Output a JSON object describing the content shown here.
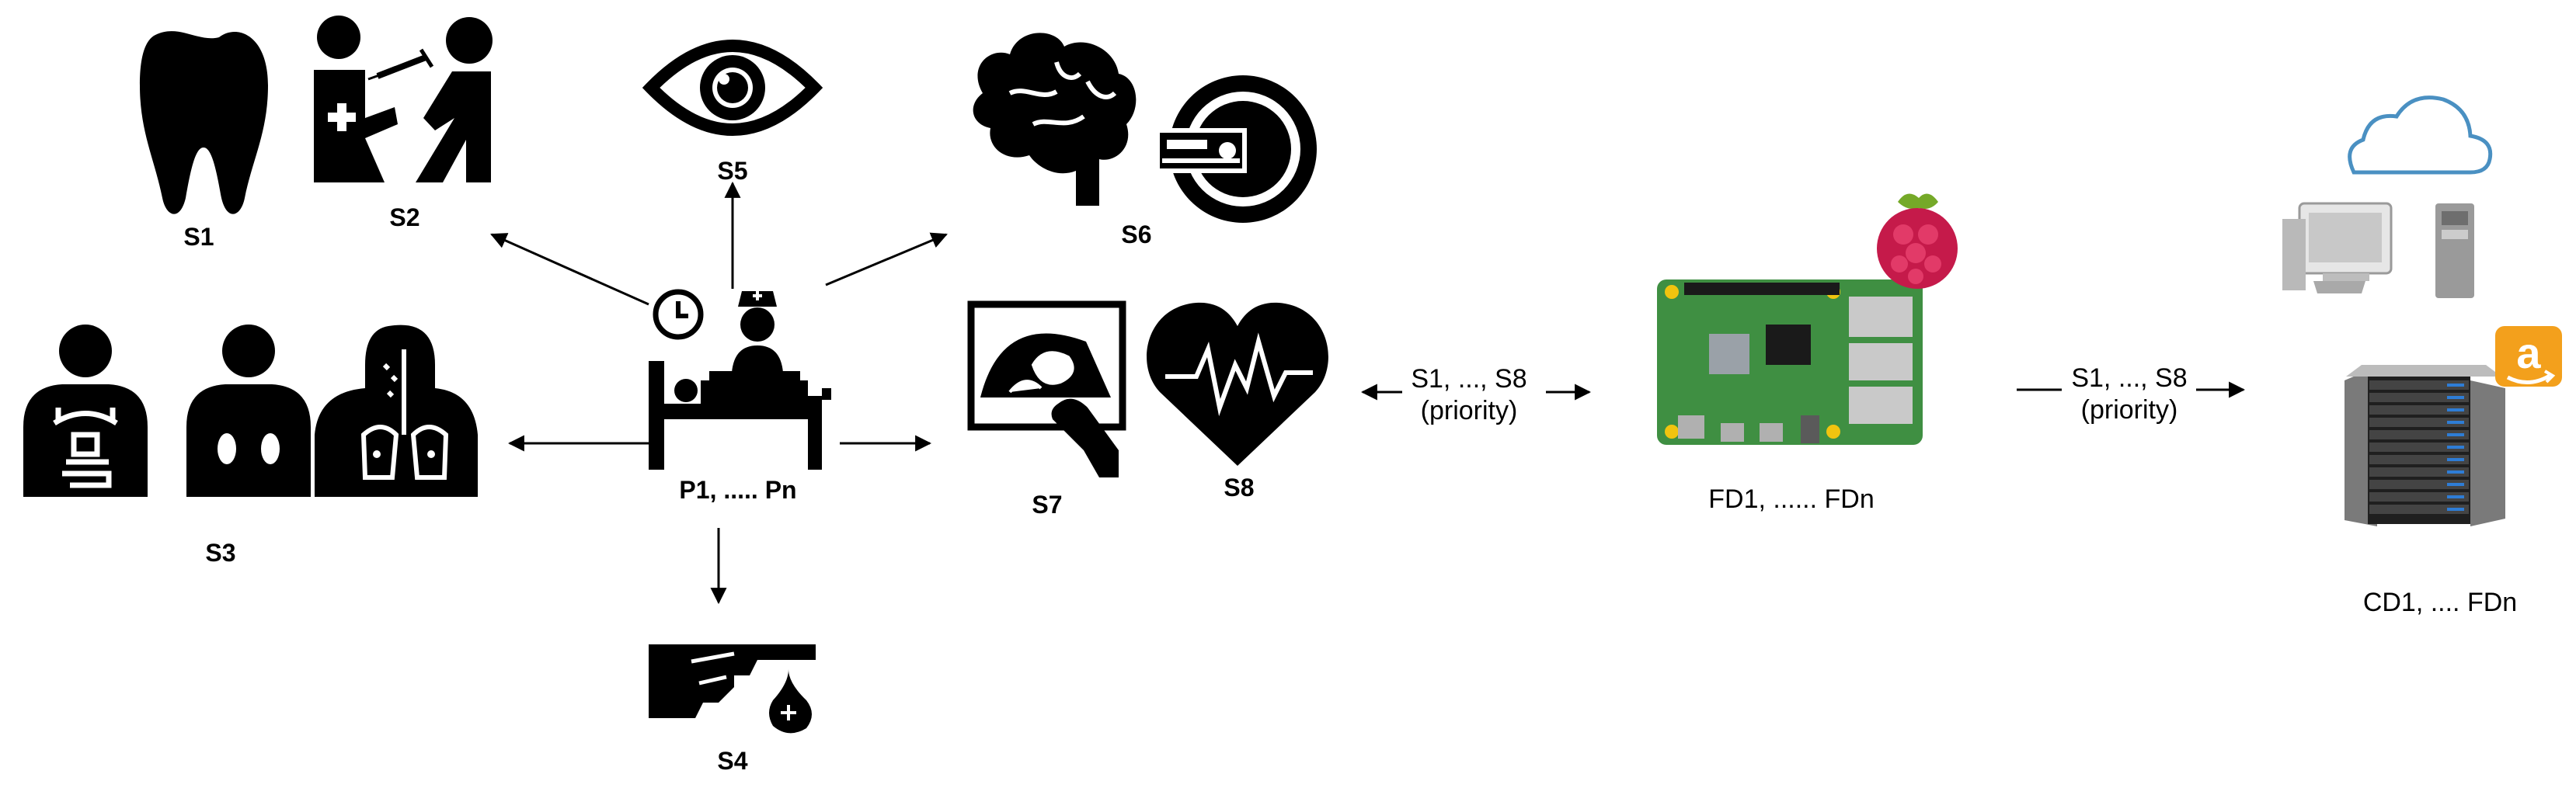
{
  "labels": {
    "s1": "S1",
    "s2": "S2",
    "s3": "S3",
    "s4": "S4",
    "s5": "S5",
    "s6": "S6",
    "s7": "S7",
    "s8": "S8",
    "patients": "P1, ..... Pn",
    "fog_devices": "FD1, ...... FDn",
    "cloud_devices": "CD1, .... FDn"
  },
  "links": {
    "patient_to_fog": {
      "line1": "S1, ..., S8",
      "line2": "(priority)"
    },
    "fog_to_cloud": {
      "line1": "S1, ..., S8",
      "line2": "(priority)"
    }
  },
  "icons": [
    "tooth-icon",
    "vaccination-icon",
    "eye-icon",
    "brain-icon",
    "mri-scanner-icon",
    "digestive-system-icon",
    "kidneys-icon",
    "respiratory-system-icon",
    "clock-icon",
    "patient-bed-icon",
    "nurse-icon",
    "ultrasound-icon",
    "heart-rate-icon",
    "glucose-test-icon",
    "raspberry-pi-board-icon",
    "raspberry-pi-logo-icon",
    "cloud-icon",
    "desktop-computer-icon",
    "tower-pc-icon",
    "server-rack-icon",
    "amazon-icon"
  ],
  "colors": {
    "ink": "#000000",
    "pcb": "#3f8f42",
    "raspberry": "#c51a4a",
    "raspberry_leaf": "#75a928",
    "cloud_outline": "#4a90c2",
    "amazon": "#f90000",
    "amazon_orange": "#f3a01c",
    "server_gray": "#9a9a9a"
  }
}
